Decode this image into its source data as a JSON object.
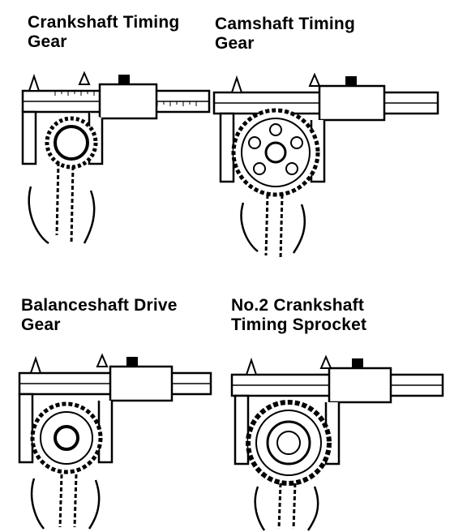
{
  "panels": [
    {
      "id": "crankshaft-timing-gear",
      "title_line1": "Crankshaft Timing",
      "title_line2": "Gear",
      "gear_icon": "timing-gear-icon"
    },
    {
      "id": "camshaft-timing-gear",
      "title_line1": "Camshaft Timing",
      "title_line2": "Gear",
      "gear_icon": "timing-gear-icon"
    },
    {
      "id": "balanceshaft-drive-gear",
      "title_line1": "Balanceshaft Drive",
      "title_line2": "Gear",
      "gear_icon": "timing-gear-icon"
    },
    {
      "id": "no2-crankshaft-timing-sprocket",
      "title_line1": "No.2 Crankshaft",
      "title_line2": "Timing Sprocket",
      "gear_icon": "sprocket-icon"
    }
  ],
  "colors": {
    "ink": "#000000",
    "paper": "#ffffff"
  }
}
